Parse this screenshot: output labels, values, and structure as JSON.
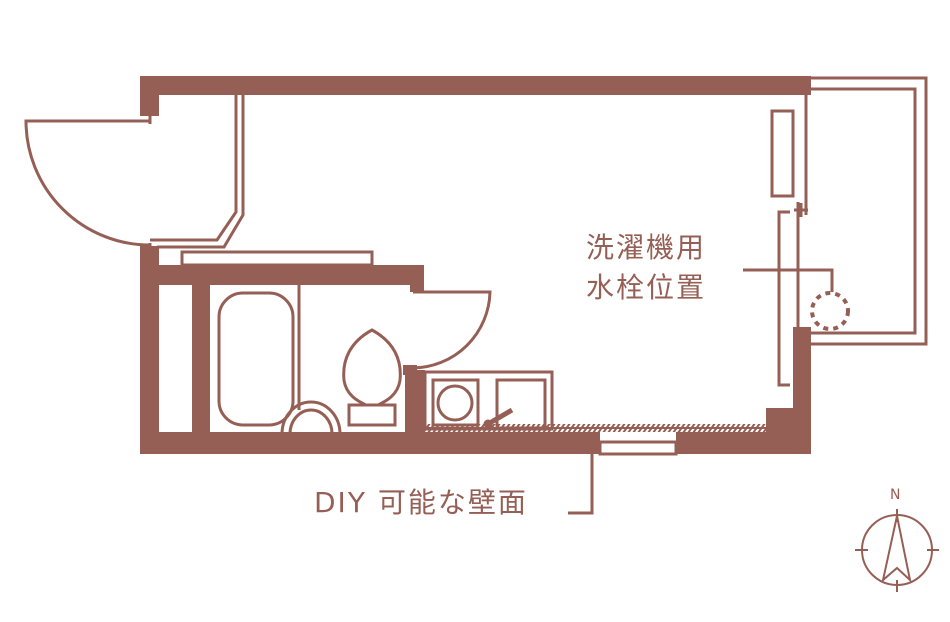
{
  "diagram": {
    "type": "floor-plan",
    "colors": {
      "wall": "#955F55",
      "background": "#ffffff"
    },
    "labels": {
      "washer_faucet_line1": "洗濯機用",
      "washer_faucet_line2": "水栓位置",
      "diy_wall": "DIY 可能な壁面"
    },
    "compass": {
      "north_label": "N"
    },
    "fixtures": [
      {
        "name": "entrance-door",
        "type": "swing-door"
      },
      {
        "name": "bathtub",
        "type": "bath"
      },
      {
        "name": "toilet",
        "type": "toilet"
      },
      {
        "name": "washbasin",
        "type": "sink"
      },
      {
        "name": "bathroom-door",
        "type": "swing-door"
      },
      {
        "name": "kitchen-stove",
        "type": "stove"
      },
      {
        "name": "kitchen-sink",
        "type": "sink"
      },
      {
        "name": "washer-faucet",
        "type": "faucet-position"
      },
      {
        "name": "balcony",
        "type": "balcony"
      },
      {
        "name": "window",
        "type": "window"
      }
    ]
  }
}
